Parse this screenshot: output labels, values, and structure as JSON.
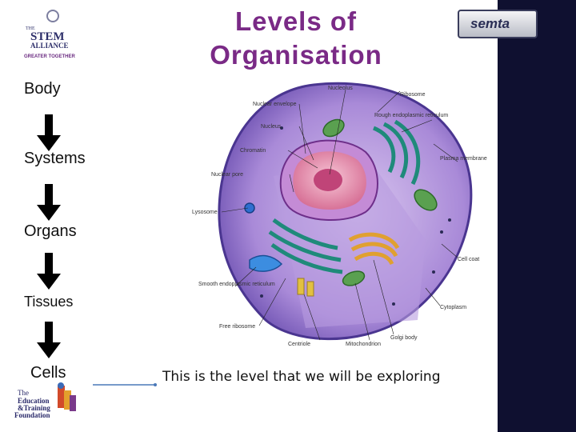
{
  "title": "Levels of Organisation",
  "levels": [
    "Body",
    "Systems",
    "Organs",
    "Tissues",
    "Cells"
  ],
  "caption": "This is the level that we will be exploring",
  "logos": {
    "stem": {
      "line1": "THE",
      "line2": "STEM",
      "line3": "ALLIANCE",
      "tagline": "GREATER TOGETHER"
    },
    "semta": {
      "text": "semta"
    },
    "etf": {
      "line1": "The",
      "line2": "Education",
      "line3": "&Training",
      "line4": "Foundation"
    }
  },
  "cell_labels": {
    "nucleolus": "Nucleolus",
    "nuclear_envelope": "Nuclear envelope",
    "nucleus": "Nucleus",
    "chromatin": "Chromatin",
    "nuclear_pore": "Nuclear pore",
    "lysosome": "Lysosome",
    "smooth_er": "Smooth endoplasmic reticulum",
    "free_ribosome": "Free ribosome",
    "centriole": "Centriole",
    "mitochondrion": "Mitochondrion",
    "golgi_body": "Golgi body",
    "cytoplasm": "Cytoplasm",
    "cell_coat": "Cell coat",
    "plasma_membrane": "Plasma membrane",
    "rough_er": "Rough endoplasmic reticulum",
    "ribosome": "Ribosome"
  },
  "colors": {
    "title": "#7a2a86",
    "right_band": "#0f1030",
    "connector": "#4a78b8"
  }
}
